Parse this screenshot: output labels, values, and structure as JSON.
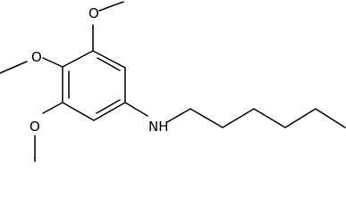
{
  "molecule": {
    "atoms": {
      "o_top": "O",
      "o_left": "O",
      "o_bottom": "O",
      "n_amine": "NH"
    },
    "colors": {
      "bond": "#000000",
      "text": "#000000",
      "background": "#ffffff"
    }
  }
}
